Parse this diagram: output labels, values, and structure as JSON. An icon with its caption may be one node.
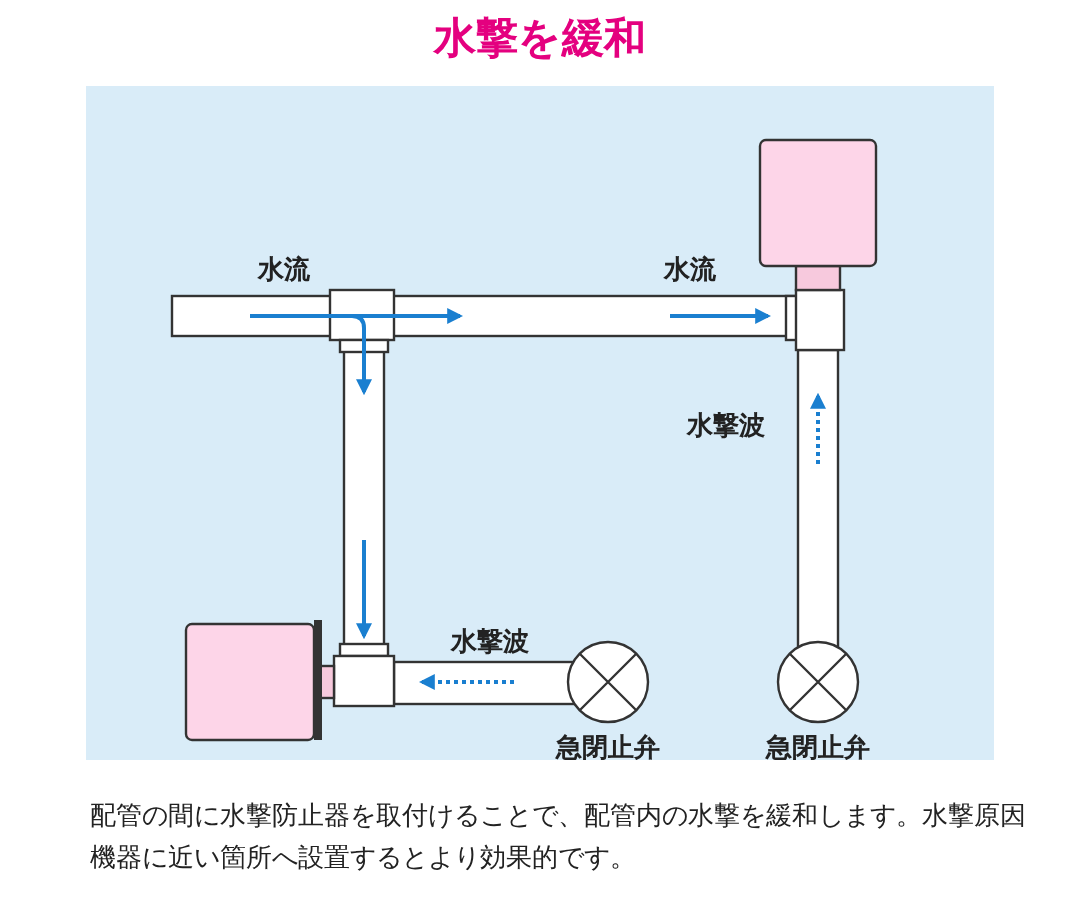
{
  "diagram": {
    "title": "水撃を緩和",
    "labels": [
      "水流",
      "水流",
      "水撃波",
      "水撃波",
      "急閉止弁",
      "急閉止弁"
    ],
    "caption": "配管の間に水撃防止器を取付けることで、配管内の水撃を緩和します。水撃原因機器に近い箇所へ設置するとより効果的です。"
  }
}
